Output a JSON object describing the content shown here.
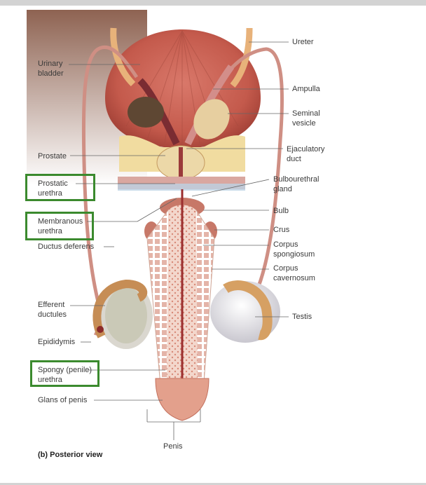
{
  "labels_left": {
    "urinary_bladder": "Urinary\nbladder",
    "prostate": "Prostate",
    "prostatic_urethra": "Prostatic\nurethra",
    "membranous_urethra": "Membranous\nurethra",
    "ductus_deferens": "Ductus deferens",
    "efferent_ductules": "Efferent\nductules",
    "epididymis": "Epididymis",
    "spongy_urethra": "Spongy (penile)\nurethra",
    "glans_of_penis": "Glans of penis"
  },
  "labels_right": {
    "ureter": "Ureter",
    "ampulla": "Ampulla",
    "seminal_vesicle": "Seminal\nvesicle",
    "ejaculatory_duct": "Ejaculatory\nduct",
    "bulbourethral_gland": "Bulbourethral\ngland",
    "bulb": "Bulb",
    "crus": "Crus",
    "corpus_spongiosum": "Corpus\nspongiosum",
    "corpus_cavernosum": "Corpus\ncavernosum",
    "testis": "Testis"
  },
  "bottom": {
    "penis": "Penis",
    "caption_label": "(b) Posterior view"
  },
  "colors": {
    "highlight": "#3b8a2e",
    "muscle": "#c8665a",
    "tissue_yellow": "#f1dca0",
    "duct": "#c98a78"
  }
}
